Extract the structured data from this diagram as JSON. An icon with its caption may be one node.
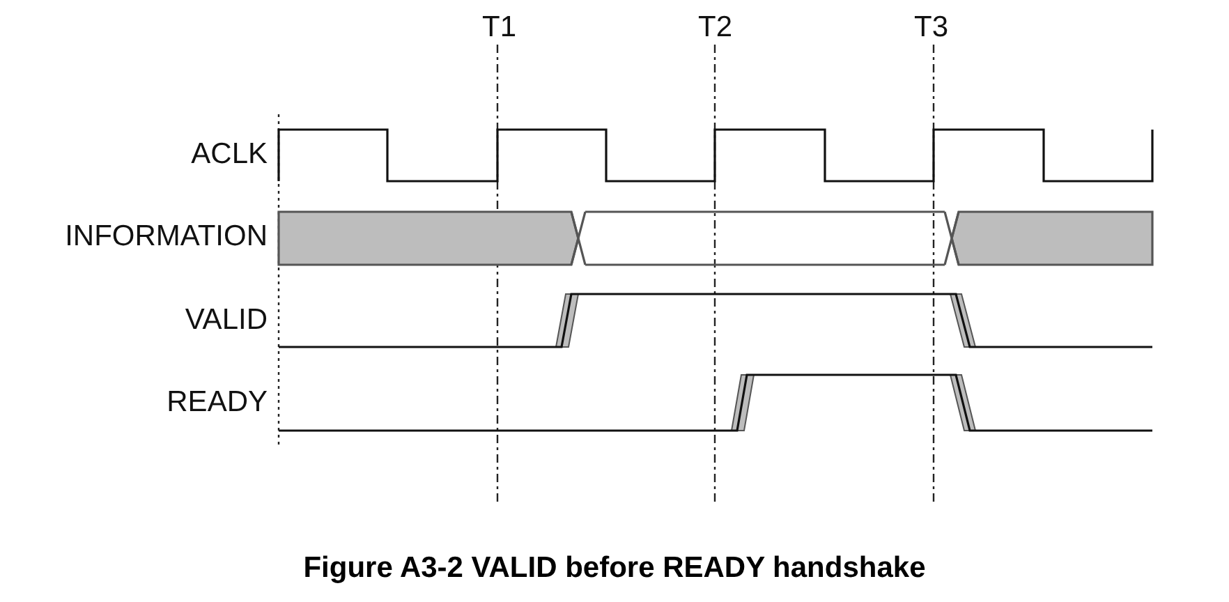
{
  "diagram": {
    "caption": "Figure A3-2 VALID before READY handshake",
    "labels": [
      "T1",
      "T2",
      "T3",
      "ACLK",
      "INFORMATION",
      "VALID",
      "READY"
    ]
  }
}
